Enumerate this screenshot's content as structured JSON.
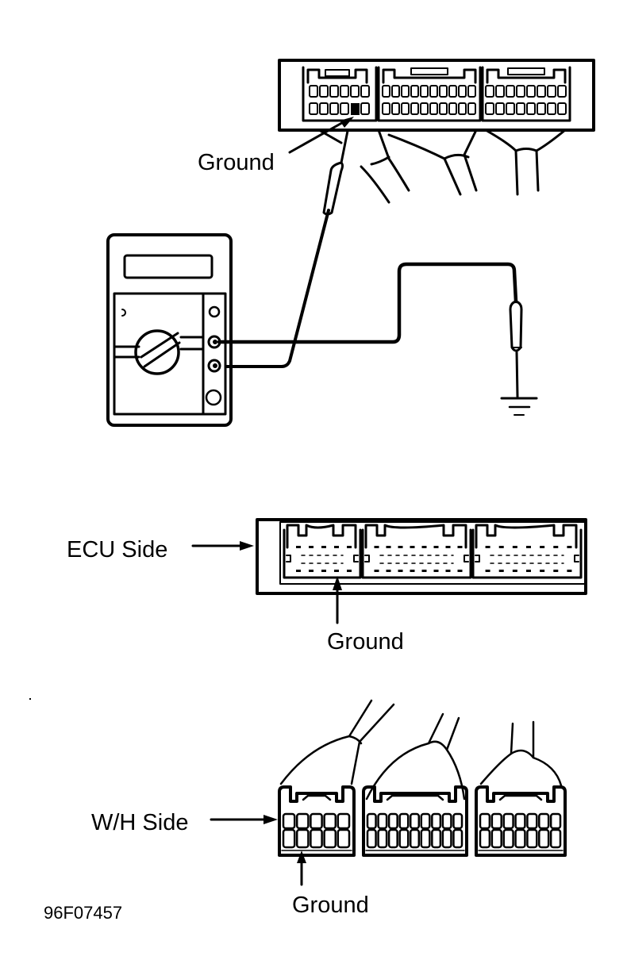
{
  "figure": {
    "id_code": "96F07457",
    "colors": {
      "ink": "#000000",
      "paper": "#ffffff"
    }
  },
  "top_section": {
    "ground_label": "Ground",
    "components": [
      "ecu-connector-with-harness",
      "multimeter",
      "probe-lead-to-ground-pin",
      "probe-lead-to-chassis-ground"
    ]
  },
  "middle_section": {
    "side_label": "ECU Side",
    "ground_label": "Ground"
  },
  "bottom_section": {
    "side_label": "W/H Side",
    "ground_label": "Ground"
  }
}
